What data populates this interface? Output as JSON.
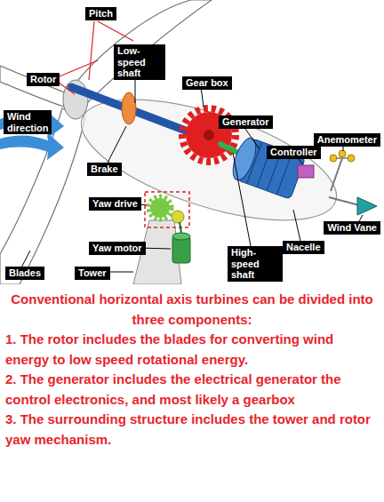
{
  "diagram": {
    "caption": "Conventional horizontal axis turbines can be divided into three components:",
    "nodes": [
      {
        "text": [
          "Pitch"
        ]
      },
      {
        "text": [
          "Low-speed shaft"
        ]
      },
      {
        "text": [
          "Rotor"
        ]
      },
      {
        "text": [
          "Gear box"
        ]
      },
      {
        "text": [
          "Wind direction"
        ]
      },
      {
        "text": [
          "Generator"
        ]
      },
      {
        "text": [
          "Anemometer"
        ]
      },
      {
        "text": [
          "Controller"
        ]
      },
      {
        "text": [
          "Brake"
        ]
      },
      {
        "text": [
          "Yaw drive"
        ]
      },
      {
        "text": [
          "Wind Vane"
        ]
      },
      {
        "text": [
          "Nacelle"
        ]
      },
      {
        "text": [
          "Yaw motor"
        ]
      },
      {
        "text": [
          "High-speed shaft"
        ]
      },
      {
        "text": [
          "Blades"
        ]
      },
      {
        "text": [
          "Tower"
        ]
      }
    ],
    "labels": [
      "1. The rotor includes the blades for converting wind energy to low speed rotational energy.",
      "2. The generator includes the electrical generator the control electronics, and most likely a gearbox",
      "3. The surrounding structure includes the tower and rotor yaw mechanism."
    ]
  }
}
